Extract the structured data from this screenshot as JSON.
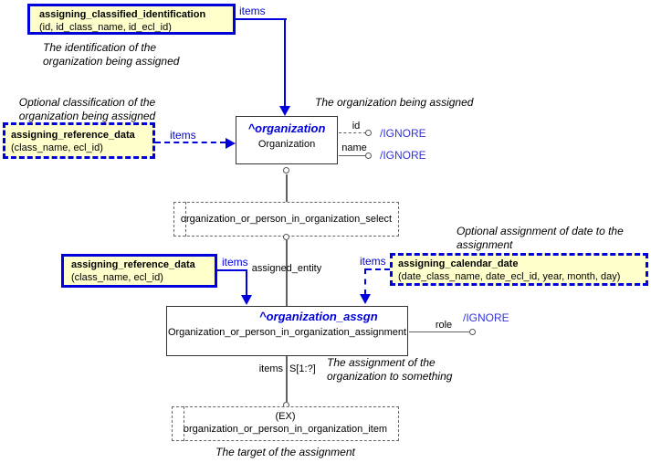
{
  "colors": {
    "blue": "#0000DD",
    "ignore_blue": "#3333DD",
    "box_fill": "#FFFFCC",
    "line_gray": "#606060",
    "entity_border": "#333333"
  },
  "boxes": {
    "assigning_classified_identification": {
      "title": "assigning_classified_identification",
      "attributes": "(id, id_class_name, id_ecl_id)"
    },
    "assigning_reference_data_classification": {
      "title": "assigning_reference_data",
      "attributes": "(class_name, ecl_id)"
    },
    "assigning_reference_data_role": {
      "title": "assigning_reference_data",
      "attributes": "(class_name, ecl_id)"
    },
    "assigning_calendar_date": {
      "title": "assigning_calendar_date",
      "attributes": "(date_class_name, date_ecl_id, year, month, day)"
    },
    "organization": {
      "title": "^organization",
      "name": "Organization"
    },
    "organization_assgn": {
      "title": "^organization_assgn",
      "name": "Organization_or_person_in_organization_assignment"
    },
    "organization_select": {
      "name": "organization_or_person_in_organization_select"
    },
    "organization_item": {
      "prefix": "(EX)",
      "name": "organization_or_person_in_organization_item"
    }
  },
  "annotations": {
    "identification": [
      "The identification of the",
      "organization being assigned"
    ],
    "classification": [
      "Optional classification of the",
      "organization being assigned"
    ],
    "being_assigned": [
      "The organization being assigned"
    ],
    "date": [
      "Optional assignment of date to the",
      "assignment"
    ],
    "assignment": [
      "The assignment of the",
      "organization to something"
    ],
    "target": [
      "The target of the assignment"
    ]
  },
  "labels": {
    "items": "items",
    "assigned_entity": "assigned_entity",
    "cardinality": "S[1:?]",
    "id": "id",
    "name": "name",
    "role": "role",
    "ignore": "/IGNORE"
  }
}
